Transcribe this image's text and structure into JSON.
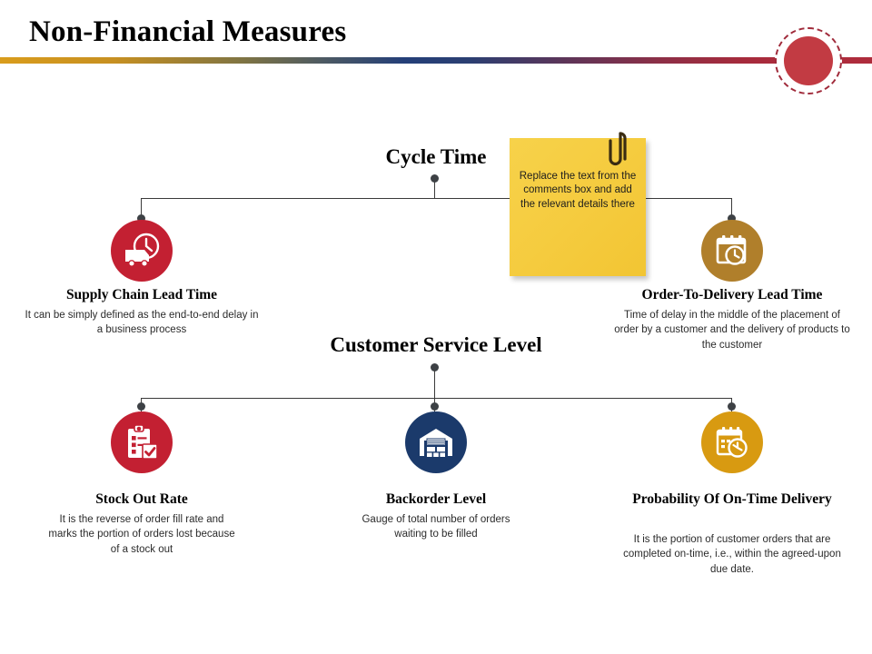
{
  "header": {
    "title": "Non-Financial Measures",
    "badge_color": "#c23b43",
    "rule_gradient_from": "#d99c1c",
    "rule_gradient_mid": "#243f78",
    "rule_gradient_to": "#ae2c3c"
  },
  "note": {
    "text": "Replace the text from the comments box and add the relevant details there",
    "background": "#f5cb3e",
    "icon": "paperclip-icon"
  },
  "groups": [
    {
      "id": "cycle-time",
      "heading": "Cycle Time",
      "items": [
        {
          "id": "supply-chain-lead-time",
          "title": "Supply Chain Lead Time",
          "desc": "It can be simply defined as the end-to-end delay in a business process",
          "color": "#c32032",
          "icon": "truck-clock-icon"
        },
        {
          "id": "order-to-delivery-lead-time",
          "title": "Order-To-Delivery Lead Time",
          "desc": "Time of delay in the middle of the placement of order by a customer and the delivery of products to the customer",
          "color": "#b07f2b",
          "icon": "calendar-clock-icon"
        }
      ]
    },
    {
      "id": "customer-service-level",
      "heading": "Customer Service  Level",
      "items": [
        {
          "id": "stock-out-rate",
          "title": "Stock Out Rate",
          "desc": "It is the reverse of order fill rate and marks the portion of orders lost because of a stock out",
          "color": "#c32032",
          "icon": "clipboard-check-icon"
        },
        {
          "id": "backorder-level",
          "title": "Backorder Level",
          "desc": "Gauge of total number of orders waiting to be filled",
          "color": "#1b3a6b",
          "icon": "warehouse-icon"
        },
        {
          "id": "probability-of-on-time-delivery",
          "title": "Probability Of On-Time Delivery",
          "desc": "It is the portion of customer orders that are completed on-time, i.e., within the agreed-upon due date.",
          "color": "#d89a11",
          "icon": "calendar-clock-icon"
        }
      ]
    }
  ]
}
